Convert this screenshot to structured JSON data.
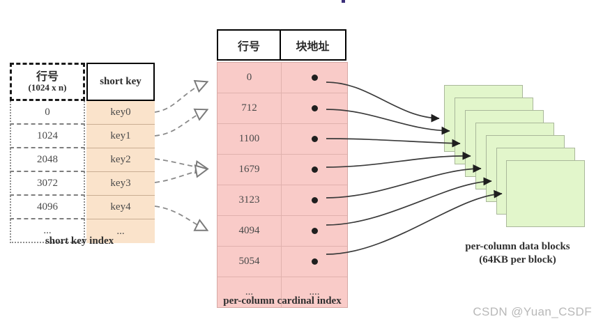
{
  "diagram": {
    "title_artifact": "",
    "short_key_index": {
      "caption": "short key index",
      "headers": {
        "rownum_line1": "行号",
        "rownum_line2": "(1024 x n)",
        "key": "short key"
      },
      "rows": [
        {
          "rownum": "0",
          "key": "key0"
        },
        {
          "rownum": "1024",
          "key": "key1"
        },
        {
          "rownum": "2048",
          "key": "key2"
        },
        {
          "rownum": "3072",
          "key": "key3"
        },
        {
          "rownum": "4096",
          "key": "key4"
        },
        {
          "rownum": "...",
          "key": "..."
        }
      ]
    },
    "cardinal_index": {
      "caption": "per-column cardinal index",
      "headers": {
        "rownum": "行号",
        "blockaddr": "块地址"
      },
      "rows": [
        {
          "rownum": "0",
          "blockaddr": "dot"
        },
        {
          "rownum": "712",
          "blockaddr": "dot"
        },
        {
          "rownum": "1100",
          "blockaddr": "dot"
        },
        {
          "rownum": "1679",
          "blockaddr": "dot"
        },
        {
          "rownum": "3123",
          "blockaddr": "dot"
        },
        {
          "rownum": "4094",
          "blockaddr": "dot"
        },
        {
          "rownum": "5054",
          "blockaddr": "dot"
        },
        {
          "rownum": "...",
          "blockaddr": "...."
        }
      ]
    },
    "data_blocks": {
      "caption_line1": "per-column data blocks",
      "caption_line2": "(64KB per block)",
      "count": 7
    },
    "watermark": "CSDN @Yuan_CSDF",
    "colors": {
      "short_key_fill": "#fae3cb",
      "cardinal_fill": "#f9cbc8",
      "block_fill": "#e2f6cb",
      "block_stroke": "#a9b79a",
      "text": "#3a3a3a",
      "watermark": "#b8b8b8"
    }
  }
}
